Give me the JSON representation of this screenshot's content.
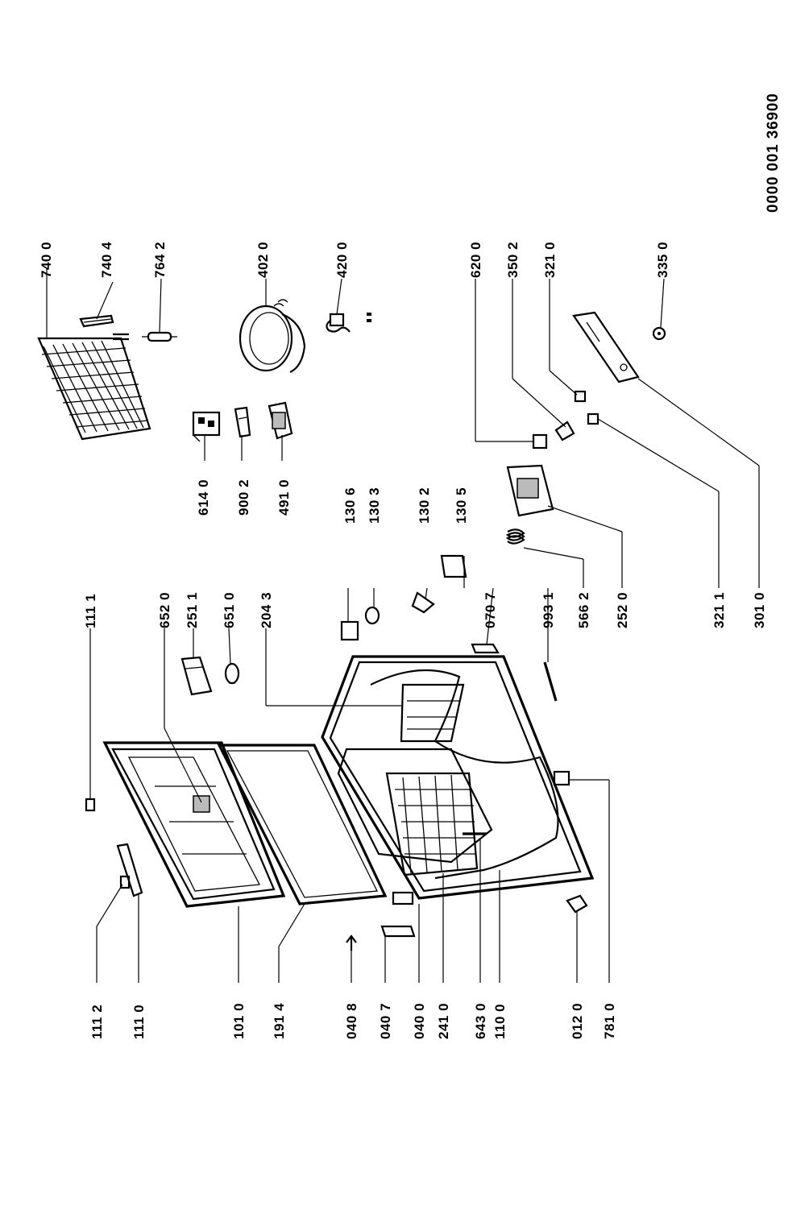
{
  "document_number": "0000 001 36900",
  "labels": {
    "p111_1": "111 1",
    "p652_0": "652 0",
    "p251_1": "251 1",
    "p651_0": "651 0",
    "p204_3": "204 3",
    "p130_6": "130 6",
    "p130_3": "130 3",
    "p130_2": "130 2",
    "p130_5": "130 5",
    "p070_7": "070 7",
    "p993_1": "993 1",
    "p566_2": "566 2",
    "p252_0": "252 0",
    "p321_1": "321 1",
    "p301_0": "301 0",
    "p614_0": "614 0",
    "p900_2": "900 2",
    "p491_0": "491 0",
    "p740_0": "740 0",
    "p740_4": "740 4",
    "p764_2": "764 2",
    "p402_0": "402 0",
    "p420_0": "420 0",
    "p620_0": "620 0",
    "p350_2": "350 2",
    "p321_0": "321 0",
    "p335_0": "335 0",
    "p111_2": "111 2",
    "p111_0": "111 0",
    "p101_0": "101 0",
    "p191_4": "191 4",
    "p040_8": "040 8",
    "p040_7": "040 7",
    "p040_0": "040 0",
    "p241_0": "241 0",
    "p643_0": "643 0",
    "p110_0": "110 0",
    "p012_0": "012 0",
    "p781_0": "781 0"
  }
}
